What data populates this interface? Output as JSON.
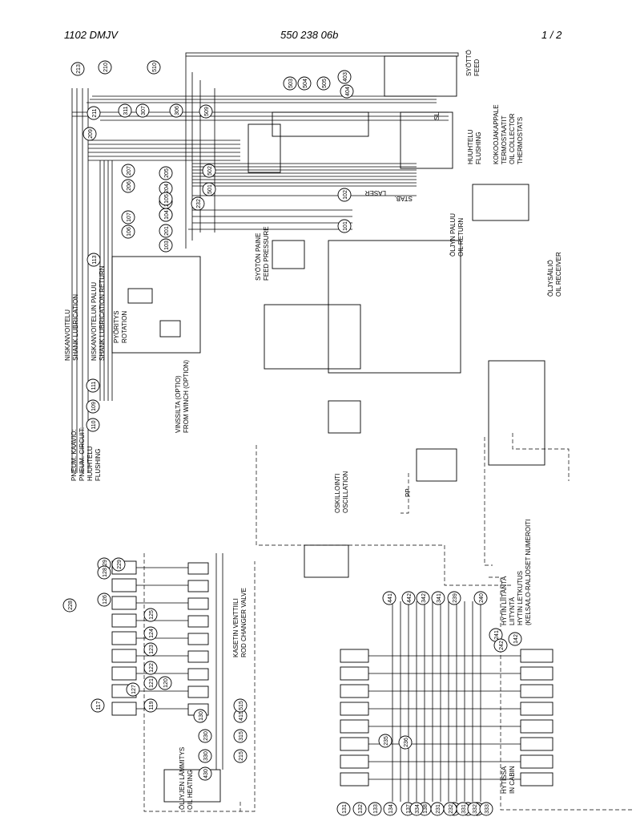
{
  "header": {
    "drawing_id": "1102 DMJV",
    "doc_number": "550 238 06b",
    "page": "1 /  2"
  },
  "labels": {
    "feed": [
      "SYÖTTÖ",
      "FEED"
    ],
    "flushing_top": [
      "HUUHTELU",
      "FLUSHING"
    ],
    "collector": [
      "KOKOOJAKAPPALE",
      "TERMOSTAATIT",
      "OIL COLLECTOR",
      "THERMOSTATS"
    ],
    "stab": "STAB.",
    "laser": "LASER",
    "oil_return": [
      "ÖLJYN PALUU",
      "OIL RETURN"
    ],
    "oil_receiver": [
      "ÖLJYSÄILIÖ",
      "OIL RECEIVER"
    ],
    "feed_pressure": [
      "SYÖTÖN PAINE",
      "FEED PRESSURE"
    ],
    "rotation": [
      "PYÖRITYS",
      "ROTATION"
    ],
    "shank_lubrication": [
      "NISKANVOITELU",
      "SHANK LUBRICATION"
    ],
    "shank_lub_return": [
      "NISKANVOITELUN PALUU",
      "SHANK LUBRICATION RETURN"
    ],
    "winch": [
      "VINSSILTA (OPTIO)",
      "FROM WINCH (OPTION)"
    ],
    "pneum": [
      "PNEUM. KAAVIO:",
      "PNEUM. CIRCUIT:",
      "HUUHTELU",
      "FLUSHING"
    ],
    "oscillation": [
      "OSKILLOINTI",
      "OSCILLATION"
    ],
    "rod_changer": [
      "KASETIN VENTTIILI",
      "ROD CHANGER VALVE"
    ],
    "oil_heating": [
      "ÖLJYJEN LÄMMITYS",
      "OIL HEATING"
    ],
    "cabin_connection": [
      "HYTIN LIITÄNTÄ",
      "LIITYNTÄ",
      "HYTIN LETKUTUS",
      "(KELSA/LO-RALJOSET NUMEROITI"
    ],
    "in_cabin": [
      "HYTISSÄ",
      "IN CABIN"
    ],
    "pp": "PP",
    "sl": "SL"
  },
  "callouts": {
    "top_row": [
      "213",
      "210",
      "510",
      "503",
      "504",
      "505",
      "403",
      "404"
    ],
    "upper_left": [
      "211",
      "311",
      "307",
      "306",
      "209",
      "509"
    ],
    "mid_left": [
      "207",
      "206",
      "107",
      "106",
      "205",
      "204",
      "203",
      "202",
      "201",
      "105",
      "104",
      "103",
      "502",
      "501",
      "232"
    ],
    "center": [
      "102",
      "101",
      "113",
      "111",
      "109",
      "110"
    ],
    "rod_changer_group": [
      "228",
      "129",
      "229",
      "128",
      "126",
      "125",
      "124",
      "123",
      "122",
      "121",
      "120",
      "119",
      "127",
      "117",
      "130",
      "230",
      "330",
      "430",
      "215",
      "315",
      "415",
      "515"
    ],
    "cabin_group": [
      "441",
      "442",
      "342",
      "341",
      "239",
      "240",
      "241",
      "242",
      "142",
      "235",
      "236",
      "131",
      "132",
      "133",
      "134",
      "137",
      "138",
      "139",
      "140",
      "141",
      "231",
      "232",
      "331",
      "332",
      "333",
      "334"
    ]
  }
}
